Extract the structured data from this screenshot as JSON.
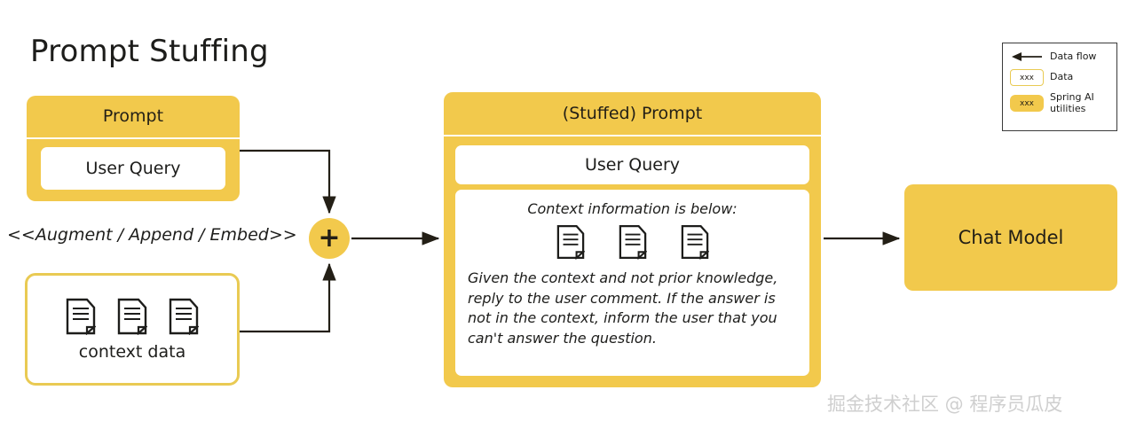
{
  "title": "Prompt Stuffing",
  "colors": {
    "accent_yellow": "#f2c94c",
    "border_yellow": "#e9ca53",
    "line_dark": "#231f16",
    "white": "#ffffff",
    "watermark_gray": "#cfcfcf"
  },
  "prompt_box": {
    "header": "Prompt",
    "user_query": "User Query"
  },
  "augment_label": "<<Augment / Append / Embed>>",
  "combine_node": {
    "symbol": "+"
  },
  "context_box": {
    "label": "context data",
    "doc_count": 3,
    "doc_icon": "document-icon"
  },
  "stuffed_box": {
    "header": "(Stuffed) Prompt",
    "user_query": "User Query",
    "context_heading": "Context information is below:",
    "doc_count": 3,
    "doc_icon": "document-icon",
    "instruction": "Given the context and not prior knowledge, reply to the user comment. If the answer is not in the context, inform the user that you can't answer the question."
  },
  "chat_model": {
    "label": "Chat Model"
  },
  "legend": {
    "rows": [
      {
        "kind": "arrow",
        "swatch_text": "",
        "label": "Data flow"
      },
      {
        "kind": "outline",
        "swatch_text": "xxx",
        "label": "Data"
      },
      {
        "kind": "solid",
        "swatch_text": "xxx",
        "label": "Spring AI utilities"
      }
    ]
  },
  "watermark": "掘金技术社区 @ 程序员瓜皮"
}
